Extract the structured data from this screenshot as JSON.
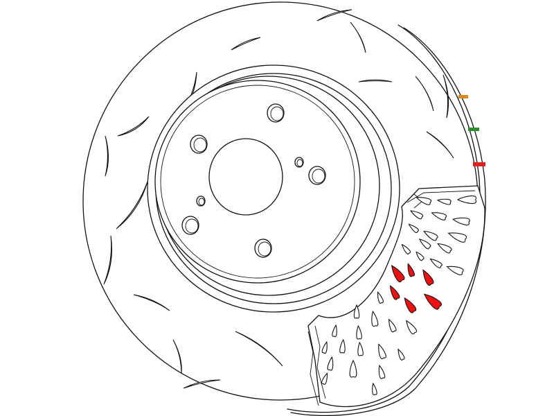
{
  "diagram": {
    "subject": "slotted-ventilated-brake-disc",
    "colors": {
      "outline": "#111111",
      "background": "#ffffff",
      "highlight_vanes": "#ee1111",
      "marker_orange": "#d98a1a",
      "marker_green": "#2e8b2e",
      "marker_red": "#e02020"
    },
    "hub": {
      "bolt_holes": 5,
      "pilot_holes": 2
    },
    "friction_face": {
      "slots": 16
    },
    "wear_markers": [
      {
        "name": "orange-marker",
        "color": "#d98a1a"
      },
      {
        "name": "green-marker",
        "color": "#2e8b2e"
      },
      {
        "name": "red-marker",
        "color": "#e02020"
      }
    ],
    "highlighted_vanes": 6
  }
}
